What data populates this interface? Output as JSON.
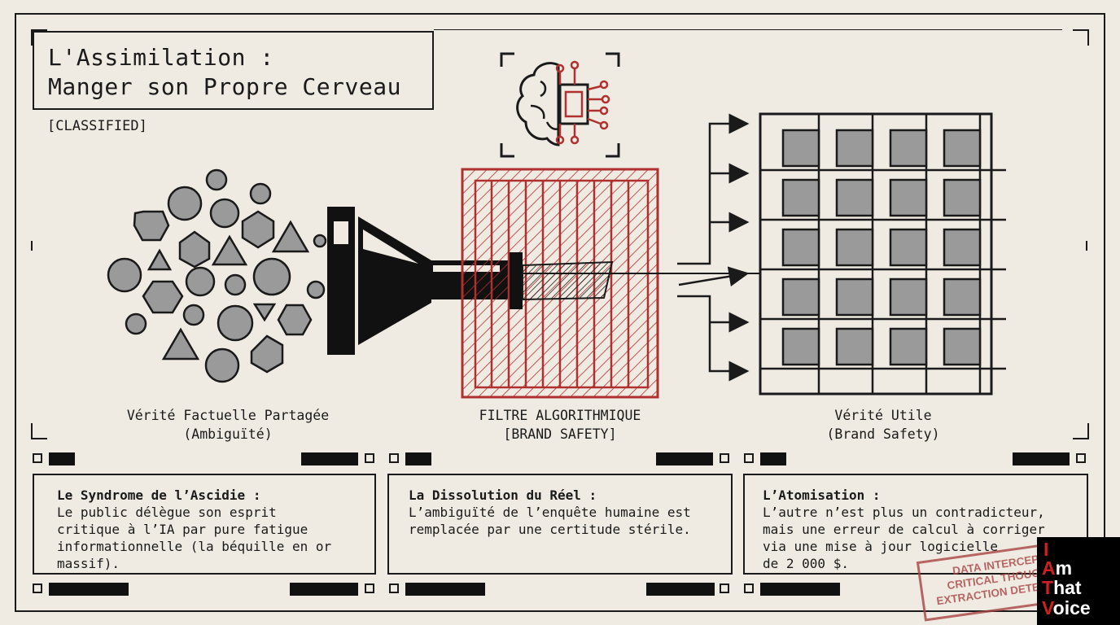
{
  "title": {
    "line1": "L'Assimilation :",
    "line2": "Manger son Propre Cerveau"
  },
  "classified": "[CLASSIFIED]",
  "diagram": {
    "left_caption": {
      "line1": "Vérité Factuelle Partagée",
      "line2": "(Ambiguïté)"
    },
    "center_caption": {
      "line1": "FILTRE ALGORITHMIQUE",
      "line2": "[BRAND SAFETY]"
    },
    "right_caption": {
      "line1": "Vérité Utile",
      "line2": "(Brand Safety)"
    },
    "icons": [
      "brain-chip-icon",
      "funnel-icon",
      "shapes-cluster",
      "grid-of-squares"
    ],
    "colors": {
      "accent_red": "#b03030",
      "ink": "#1a1a1a",
      "paper": "#efebe2",
      "shape_gray": "#999999"
    }
  },
  "panels": [
    {
      "title": "Le Syndrome de l’Ascidie :",
      "lines": [
        "Le public délègue son esprit",
        "critique à l’IA par pure fatigue",
        "informationnelle (la béquille en or",
        "massif)."
      ]
    },
    {
      "title": "La Dissolution du Réel :",
      "lines": [
        "L’ambiguïté de l’enquête humaine est",
        "remplacée par une certitude stérile."
      ]
    },
    {
      "title": "L’Atomisation :",
      "lines": [
        "L’autre n’est plus un contradicteur,",
        "mais une erreur de calcul à corriger",
        "via une mise à jour logicielle",
        "de 2 000 $."
      ]
    }
  ],
  "stamp": {
    "line1": "DATA INTERCEPT",
    "line2": "CRITICAL THOUGHT",
    "line3": "EXTRACTION DETECTED"
  },
  "logo": {
    "w1": "I",
    "w2a": "A",
    "w2b": "m",
    "w3a": "T",
    "w3b": "hat",
    "w4a": "V",
    "w4b": "oice"
  }
}
